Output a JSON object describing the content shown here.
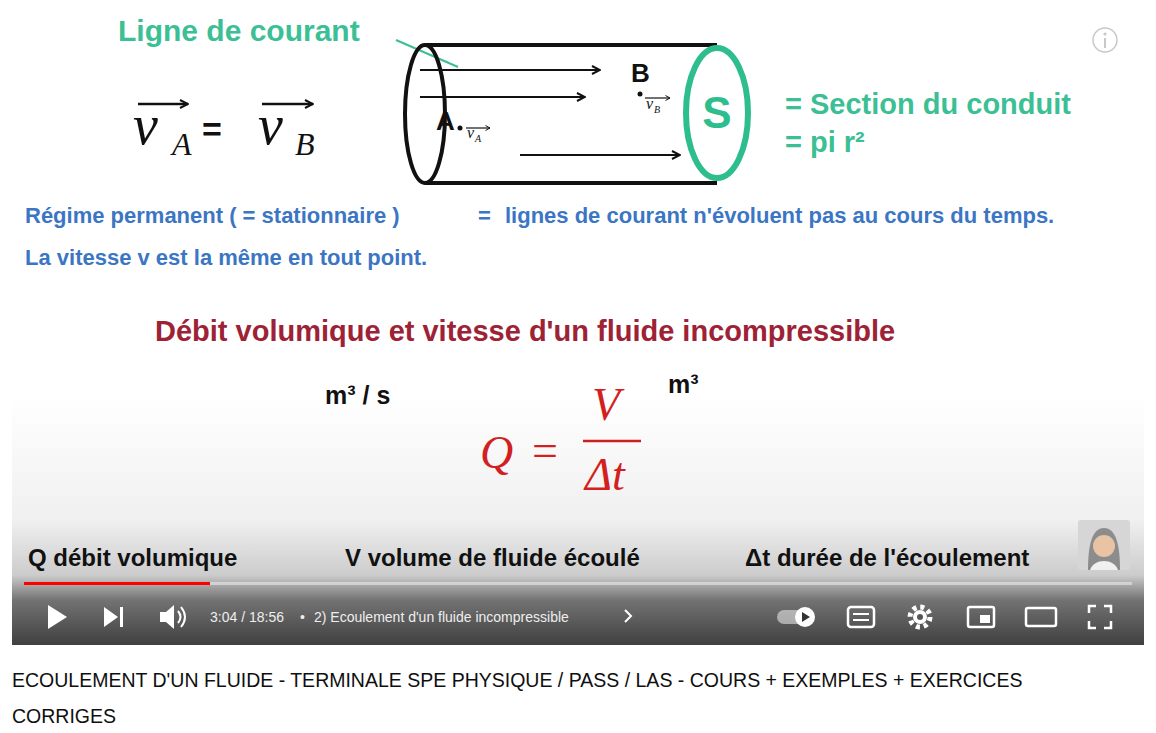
{
  "diagram": {
    "caption": "ECOULEMENT D'UN FLUIDE - TERMINALE SPE PHYSIQUE / PASS / LAS - COURS + EXEMPLES + EXERCICES CORRIGES",
    "nodes": [
      {
        "text": [
          "S"
        ]
      }
    ],
    "labels": [
      "Ligne de courant",
      "v",
      "A",
      "=",
      "v",
      "B",
      "A",
      "v",
      "A",
      "B",
      "v",
      "B",
      "= Section du conduit",
      "= pi r²",
      "Régime permanent ( = stationnaire )",
      "=",
      "lignes de courant n'évoluent pas au cours du temps.",
      "La vitesse v est la même en tout point.",
      "Débit volumique et vitesse d'un fluide incompressible",
      "m³ / s",
      "m³",
      "Q",
      "=",
      "V",
      "Δt",
      "Q débit volumique",
      "V volume de fluide écoulé",
      "Δt durée de l'écoulement",
      "3:04 / 18:56",
      "•",
      "2) Ecoulement d'un fluide incompressible"
    ]
  }
}
